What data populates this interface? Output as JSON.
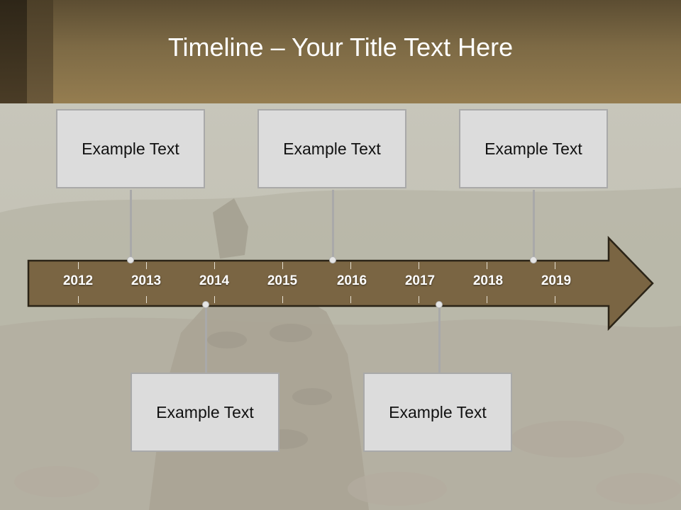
{
  "slide": {
    "title": "Timeline – Your Title Text Here",
    "years": [
      "2012",
      "2013",
      "2014",
      "2015",
      "2016",
      "2017",
      "2018",
      "2019"
    ],
    "events_top": [
      {
        "text": "Example Text",
        "year": "2013"
      },
      {
        "text": "Example Text",
        "year": "2016"
      },
      {
        "text": "Example Text",
        "year": "2019"
      }
    ],
    "events_bottom": [
      {
        "text": "Example Text",
        "year": "2014"
      },
      {
        "text": "Example Text",
        "year": "2017"
      }
    ]
  },
  "colors": {
    "header": "#7d6a45",
    "arrow_fill": "#7a6543",
    "arrow_stroke": "#2b2417",
    "box_fill": "#dcdcdc",
    "box_border": "#a9a9a9",
    "connector": "#a9a9a9"
  }
}
